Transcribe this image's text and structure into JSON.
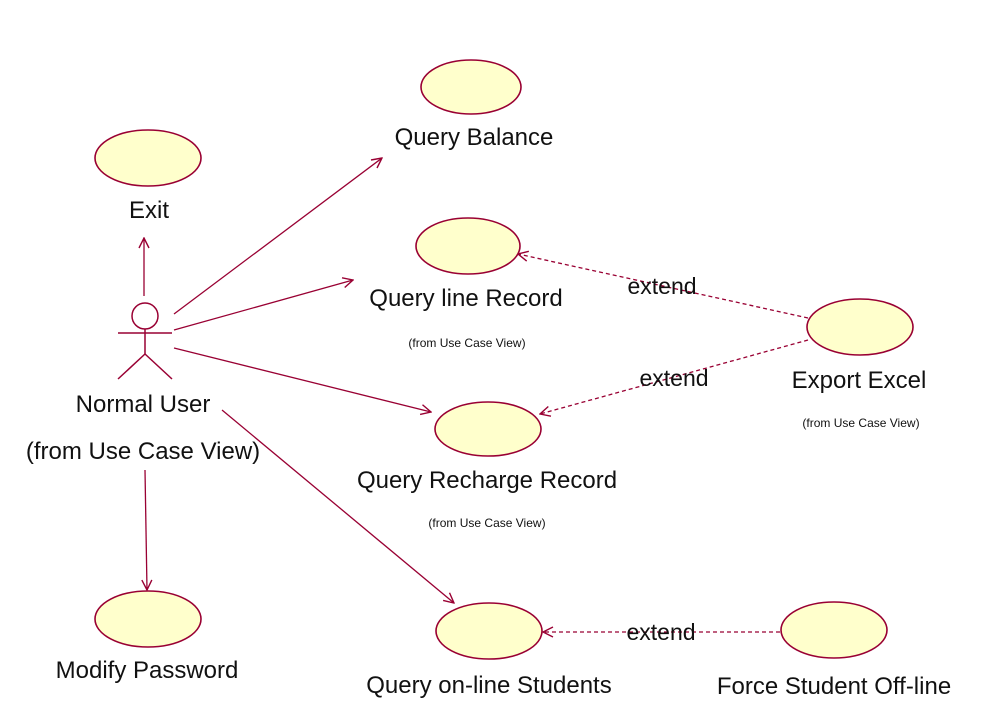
{
  "colors": {
    "line": "#990033",
    "ellipse_fill": "#ffffcc",
    "text": "#111111",
    "background": "#ffffff"
  },
  "actor": {
    "name": "Normal User",
    "package": "(from Use Case View)"
  },
  "use_cases": {
    "query_balance": {
      "name": "Query Balance"
    },
    "exit": {
      "name": "Exit"
    },
    "query_line_record": {
      "name": "Query line Record",
      "package": "(from Use Case View)"
    },
    "export_excel": {
      "name": "Export Excel",
      "package": "(from Use Case View)"
    },
    "query_recharge_record": {
      "name": "Query Recharge Record",
      "package": "(from Use Case View)"
    },
    "modify_password": {
      "name": "Modify Password"
    },
    "query_online_students": {
      "name": "Query on-line Students"
    },
    "force_student_offline": {
      "name": "Force Student Off-line"
    }
  },
  "relationships": {
    "extend_line_record": {
      "label": "extend"
    },
    "extend_recharge_record": {
      "label": "extend"
    },
    "extend_online_students": {
      "label": "extend"
    }
  }
}
